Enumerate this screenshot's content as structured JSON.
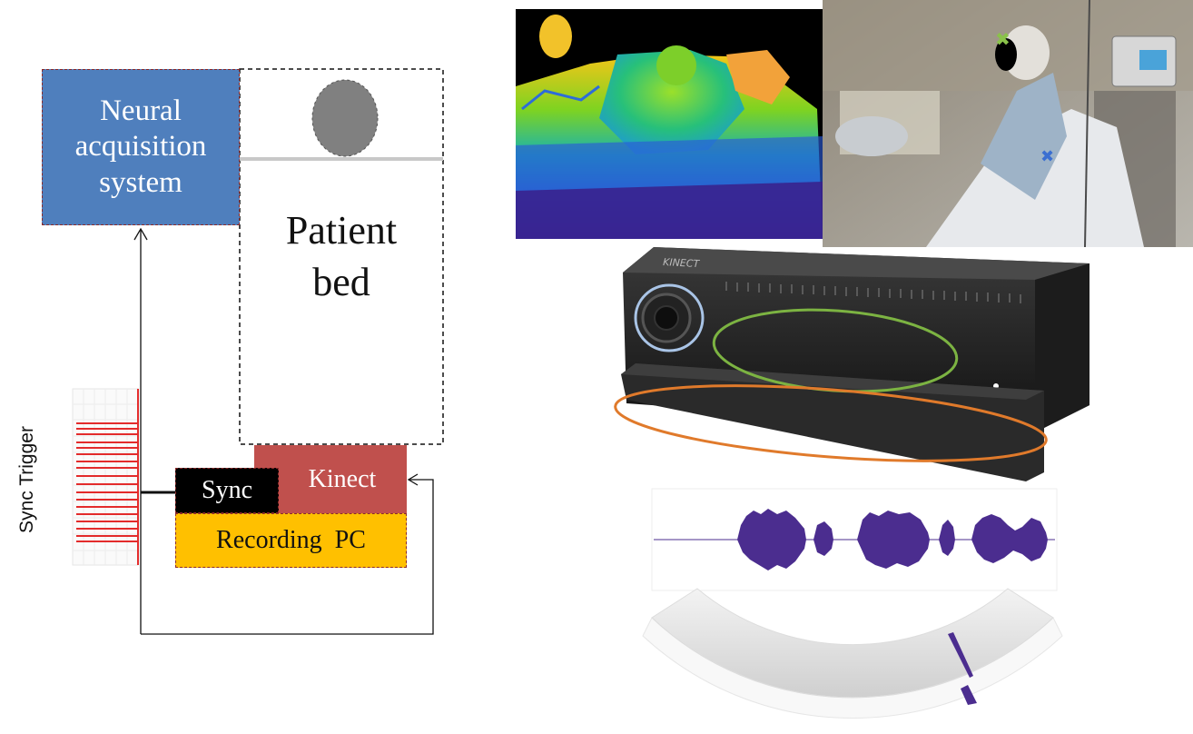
{
  "diagram": {
    "neural_box": [
      "Neural",
      "acquisition",
      "system"
    ],
    "bed_label": [
      "Patient",
      "bed"
    ],
    "kinect_box": "Kinect",
    "sync_box": "Sync",
    "recording_box": "Recording  PC",
    "sync_trigger_label": "Sync Trigger",
    "device_logo": "KINECT"
  },
  "colors": {
    "neural": "#4f7fbd",
    "kinect": "#c0504d",
    "recording": "#ffc000",
    "sync": "#000000",
    "pulse": "#e32b2b",
    "audio": "#4b2d8f",
    "highlight_camera": "#a9c4e6",
    "highlight_ir": "#7cb342",
    "highlight_mic": "#e07a2b"
  }
}
